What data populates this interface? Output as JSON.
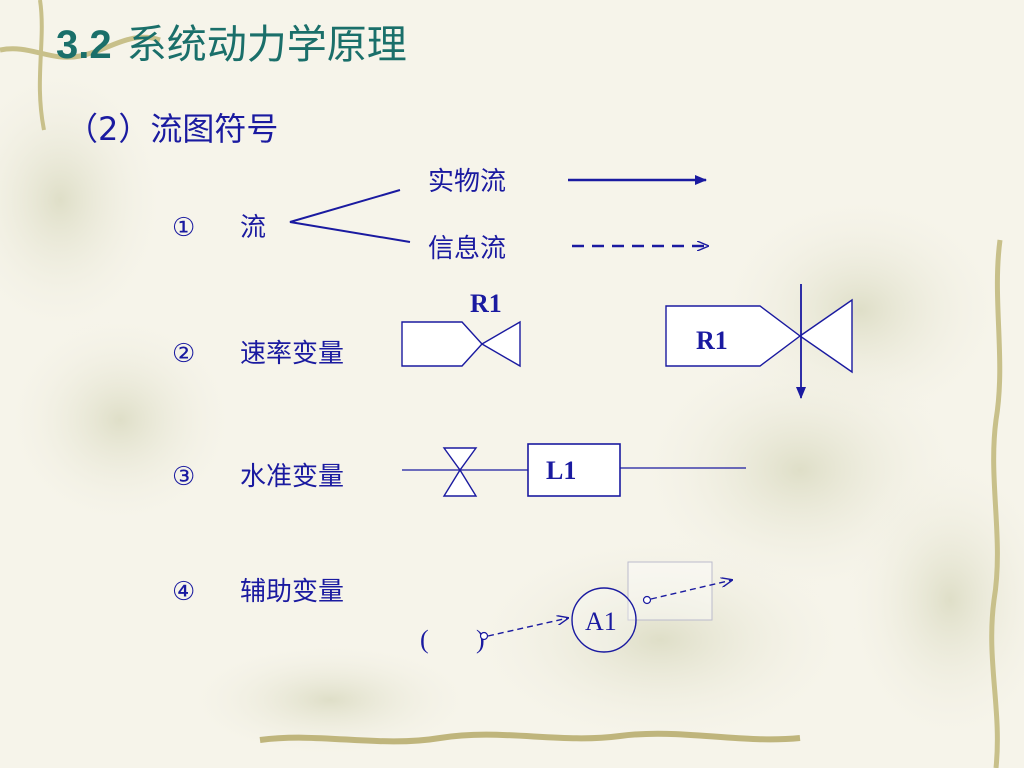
{
  "title": {
    "number": "3.2",
    "text": "系统动力学原理"
  },
  "subtitle": "（2）流图符号",
  "items": [
    {
      "num": "①",
      "label": "流"
    },
    {
      "num": "②",
      "label": "速率变量"
    },
    {
      "num": "③",
      "label": "水准变量"
    },
    {
      "num": "④",
      "label": "辅助变量"
    }
  ],
  "flow": {
    "material": "实物流",
    "info": "信息流"
  },
  "rate": {
    "small_label": "R1",
    "large_label": "R1"
  },
  "level": {
    "label": "L1"
  },
  "aux": {
    "label": "A1",
    "paren_open": "(",
    "paren_close": ")"
  },
  "colors": {
    "ink": "#1a1aa0",
    "title": "#1a6f6a",
    "background": "#f6f4ea"
  }
}
